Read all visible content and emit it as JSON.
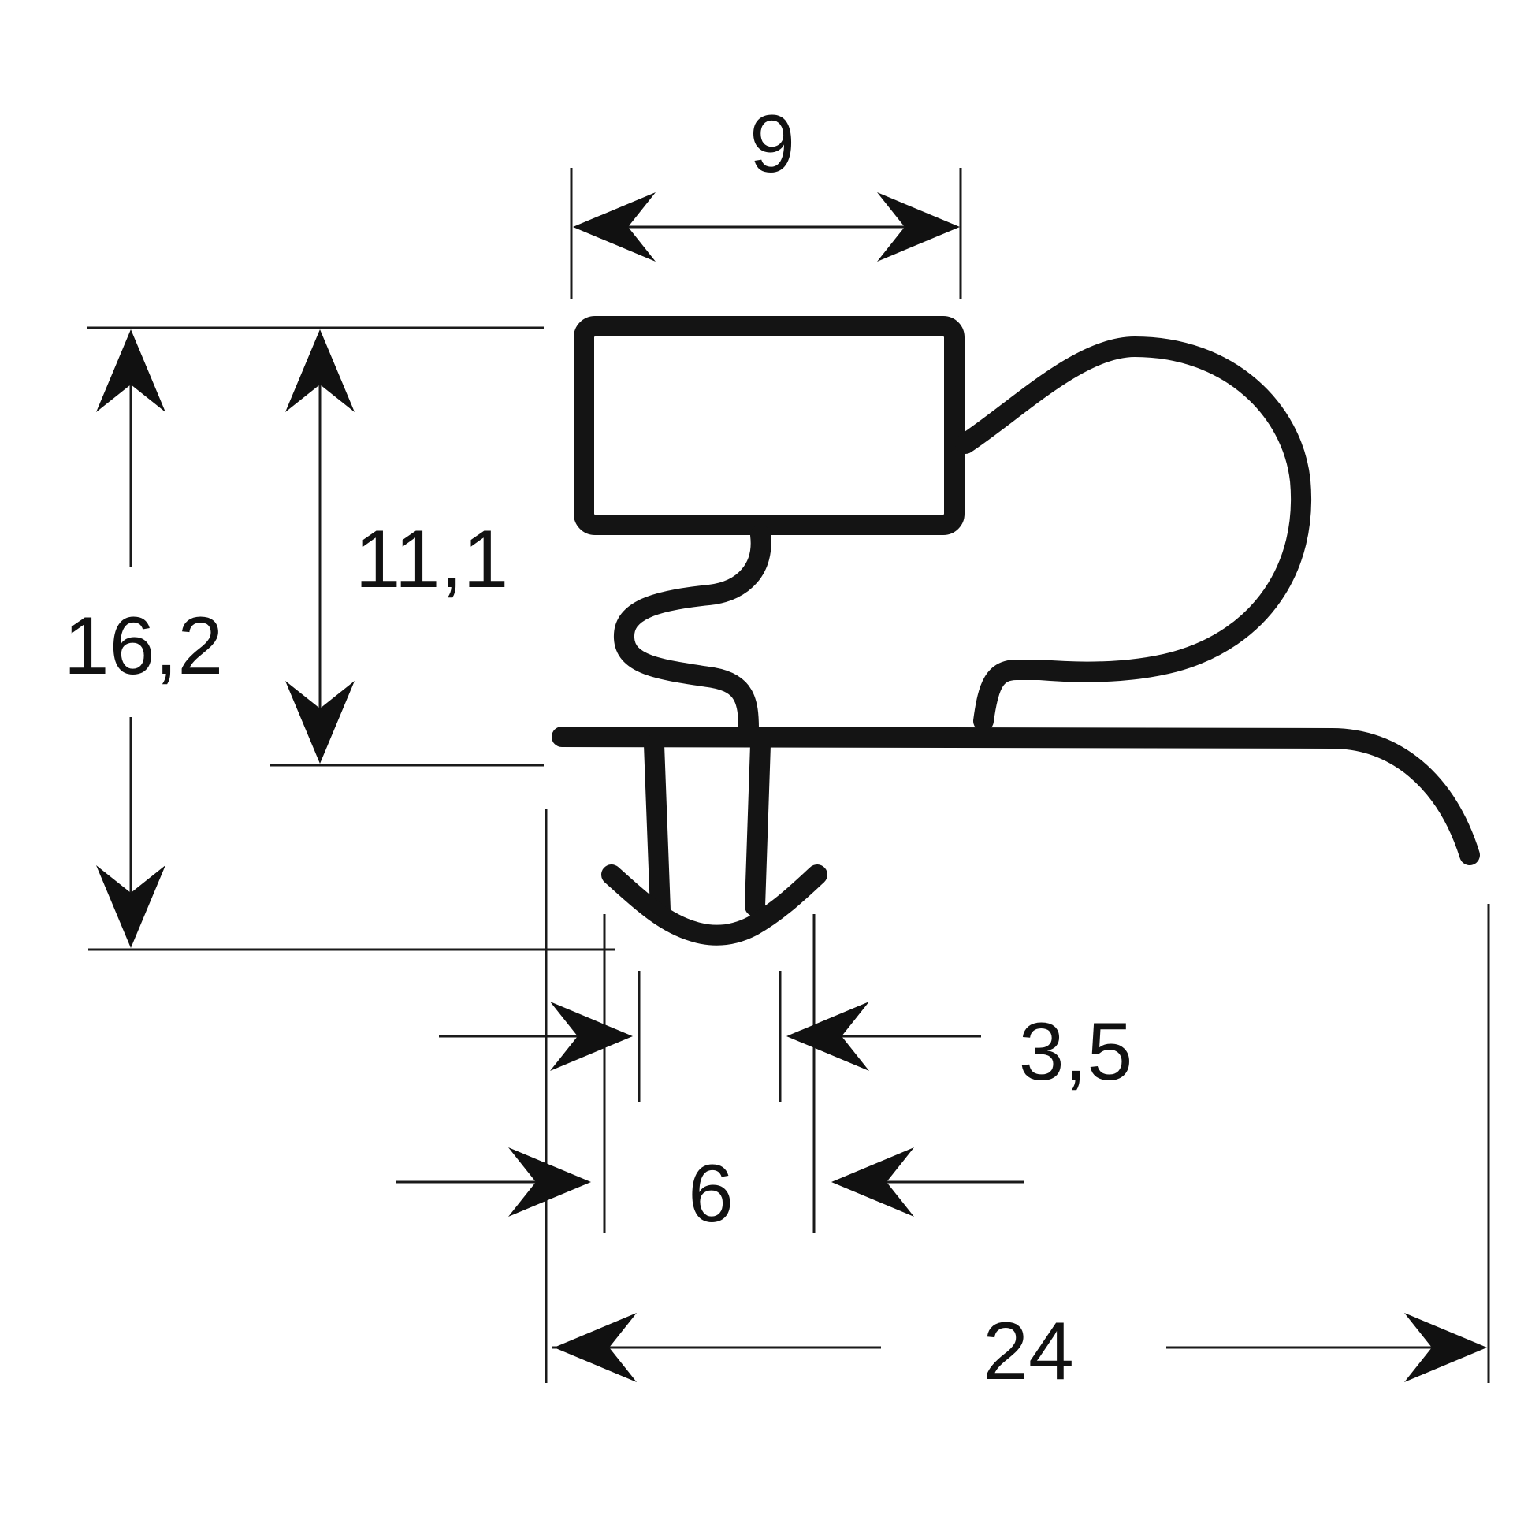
{
  "colors": {
    "line": "#141414",
    "background": "#ffffff"
  },
  "dimensions": {
    "top_width": "9",
    "inner_height": "11,1",
    "total_height": "16,2",
    "foot_width": "3,5",
    "stem_width": "6",
    "total_width": "24"
  }
}
